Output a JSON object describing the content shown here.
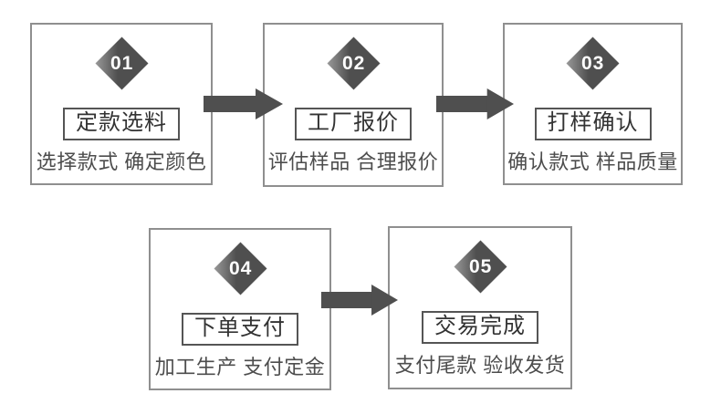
{
  "diagram": {
    "type": "process-flow",
    "steps": [
      {
        "number": "01",
        "title": "定款选料",
        "subtitle": "选择款式 确定颜色"
      },
      {
        "number": "02",
        "title": "工厂报价",
        "subtitle": "评估样品 合理报价"
      },
      {
        "number": "03",
        "title": "打样确认",
        "subtitle": "确认款式 样品质量"
      },
      {
        "number": "04",
        "title": "下单支付",
        "subtitle": "加工生产 支付定金"
      },
      {
        "number": "05",
        "title": "交易完成",
        "subtitle": "支付尾款 验收发货"
      }
    ],
    "connections": [
      {
        "from": "01",
        "to": "02"
      },
      {
        "from": "02",
        "to": "03"
      },
      {
        "from": "04",
        "to": "05"
      }
    ]
  },
  "colors": {
    "background": "#ffffff",
    "box-border": "#8f8f8f",
    "title-border": "#555555",
    "title-text": "#333333",
    "subtitle-text": "#4d4d4d",
    "diamond-dark": "#4f4f4f",
    "diamond-light": "#999999",
    "number-text": "#ffffff",
    "arrow": "#4f4f4f"
  }
}
